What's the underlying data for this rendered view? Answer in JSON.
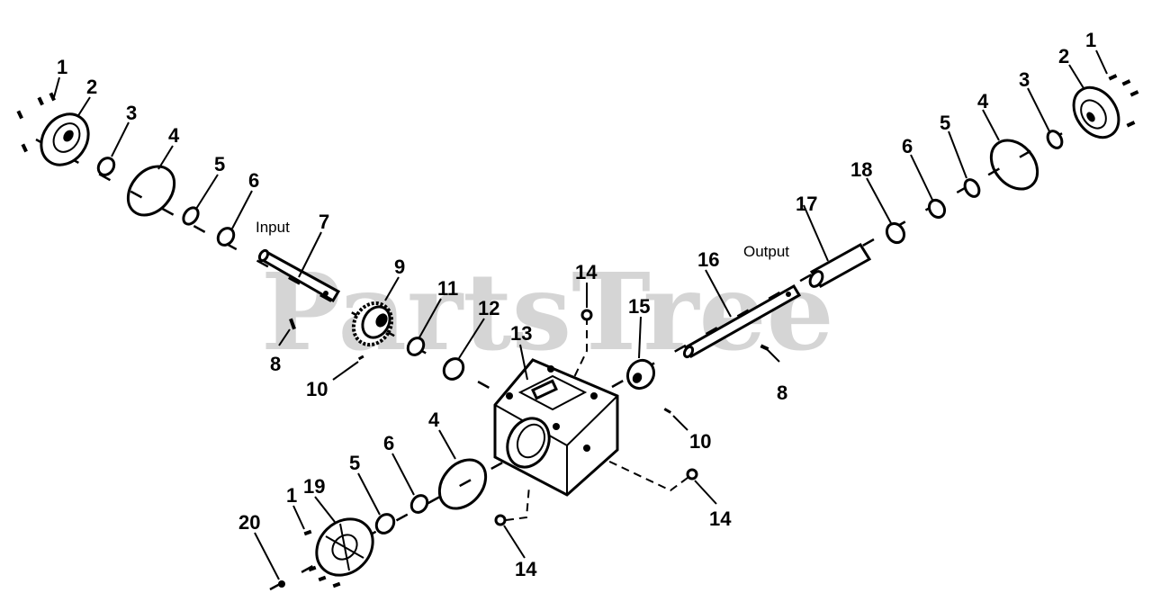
{
  "watermark": "PartsTree",
  "labels": {
    "input": "Input",
    "output": "Output"
  },
  "callouts": {
    "c1": "1",
    "c2": "2",
    "c3": "3",
    "c4": "4",
    "c5": "5",
    "c6": "6",
    "c7": "7",
    "c8": "8",
    "c9": "9",
    "c10": "10",
    "c11": "11",
    "c12": "12",
    "c13": "13",
    "c14": "14",
    "c15": "15",
    "c16": "16",
    "c17": "17",
    "c18": "18",
    "c19": "19",
    "c20": "20"
  }
}
